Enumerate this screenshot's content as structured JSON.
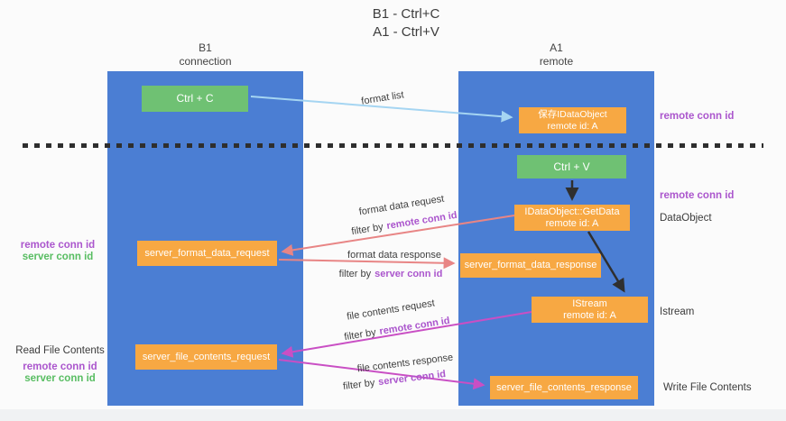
{
  "title": {
    "line1": "B1 - Ctrl+C",
    "line2": "A1 - Ctrl+V"
  },
  "columns": {
    "left": {
      "header_line1": "B1",
      "header_line2": "connection"
    },
    "right": {
      "header_line1": "A1",
      "header_line2": "remote"
    }
  },
  "boxes": {
    "ctrl_c": "Ctrl + C",
    "ctrl_v": "Ctrl + V",
    "save_idataobject": {
      "line1": "保存IDataObject",
      "line2": "remote id: A"
    },
    "getdata": {
      "line1": "IDataObject::GetData",
      "line2": "remote id: A"
    },
    "istream": {
      "line1": "IStream",
      "line2": "remote id: A"
    },
    "server_format_data_request": "server_format_data_request",
    "server_format_data_response": "server_format_data_response",
    "server_file_contents_request": "server_file_contents_request",
    "server_file_contents_response": "server_file_contents_response"
  },
  "flow_labels": {
    "format_list": "format list",
    "format_data_request": "format data request",
    "format_data_response": "format data response",
    "file_contents_request": "file contents request",
    "file_contents_response": "file contents response",
    "filter_by": "filter by",
    "remote_conn_id": "remote conn id",
    "server_conn_id": "server conn id"
  },
  "side_labels": {
    "remote_conn_id": "remote conn id",
    "server_conn_id": "server conn id",
    "dataobject": "DataObject",
    "istream": "Istream",
    "read_file_contents": "Read File Contents",
    "write_file_contents": "Write File Contents"
  },
  "colors": {
    "lifeline_blue": "#4b7ed3",
    "box_orange": "#f7a843",
    "box_green": "#6fc173",
    "arrow_light_blue": "#a5d5f2",
    "arrow_salmon": "#e88585",
    "arrow_magenta": "#c94fc4",
    "arrow_black": "#2f2f2f",
    "label_purple": "#ab56cd",
    "label_green": "#58bd62",
    "text_dark": "#3b3b3b"
  }
}
